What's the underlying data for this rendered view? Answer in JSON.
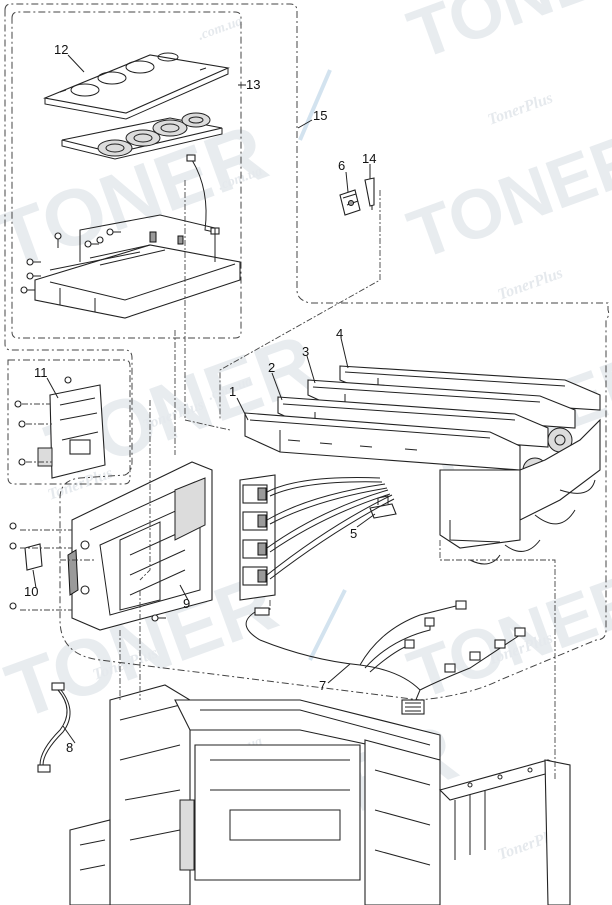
{
  "watermark": {
    "brand": "TONER",
    "site": "TonerPlus",
    "domain": ".com.ua"
  },
  "callouts": [
    {
      "id": "1",
      "label": "1"
    },
    {
      "id": "2",
      "label": "2"
    },
    {
      "id": "3",
      "label": "3"
    },
    {
      "id": "4",
      "label": "4"
    },
    {
      "id": "5",
      "label": "5"
    },
    {
      "id": "6",
      "label": "6"
    },
    {
      "id": "7",
      "label": "7"
    },
    {
      "id": "8",
      "label": "8"
    },
    {
      "id": "9",
      "label": "9"
    },
    {
      "id": "10",
      "label": "10"
    },
    {
      "id": "11",
      "label": "11"
    },
    {
      "id": "12",
      "label": "12"
    },
    {
      "id": "13",
      "label": "13"
    },
    {
      "id": "14",
      "label": "14"
    },
    {
      "id": "15",
      "label": "15"
    }
  ]
}
